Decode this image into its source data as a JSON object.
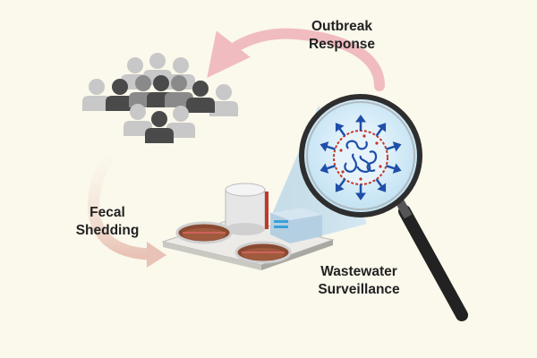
{
  "labels": {
    "outbreak_line1": "Outbreak",
    "outbreak_line2": "Response",
    "fecal_line1": "Fecal",
    "fecal_line2": "Shedding",
    "wastewater_line1": "Wastewater",
    "wastewater_line2": "Surveillance"
  },
  "colors": {
    "background": "#fbf8ec",
    "arrow_outbreak": "#f0bcc0",
    "arrow_fecal": "#e8c3b5",
    "people_dark": "#4a4a4a",
    "people_mid": "#8a8a8a",
    "people_light": "#c8c8c8",
    "virus_blue": "#1f4fa8",
    "virus_red": "#c0392b",
    "lens_blue": "#dff1fb",
    "tank_brown": "#8a4a32"
  },
  "icons": {
    "crowd": "people-crowd-icon",
    "magnifier": "magnifying-glass-icon",
    "virus": "virus-icon",
    "plant": "treatment-plant-icon"
  }
}
